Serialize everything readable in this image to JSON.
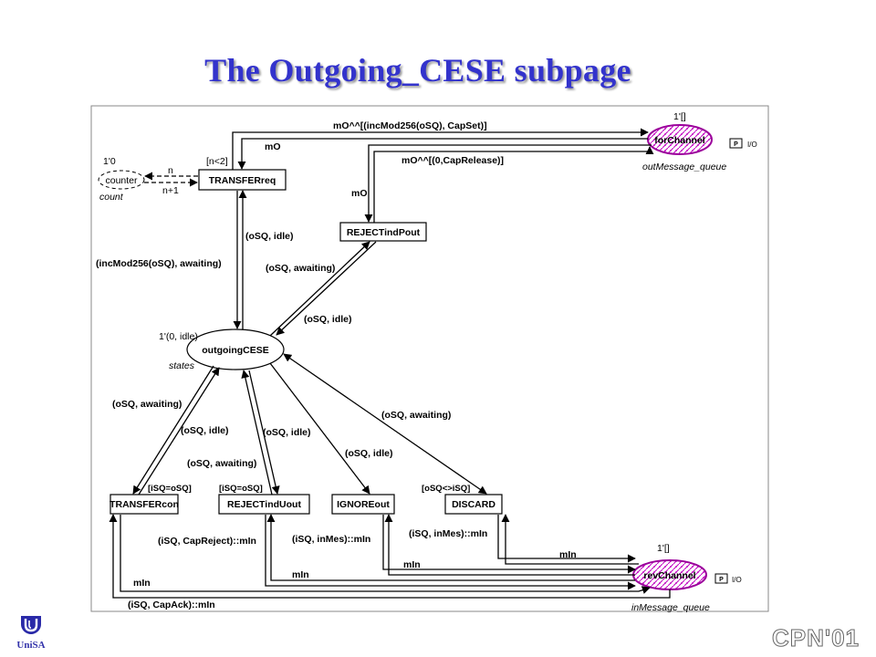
{
  "title": "The Outgoing_CESE subpage",
  "places": {
    "counter": {
      "name": "counter",
      "initial": "1'0",
      "type": "count"
    },
    "states": {
      "name": "outgoingCESE",
      "initial": "1'(0, idle)",
      "type": "states"
    },
    "for_channel": {
      "name": "forChannel",
      "initial": "1'[]",
      "type": "outMessage_queue",
      "port_tag": "P",
      "port_kind": "I/O"
    },
    "rev_channel": {
      "name": "revChannel",
      "initial": "1'[]",
      "type": "inMessage_queue",
      "port_tag": "P",
      "port_kind": "I/O"
    }
  },
  "transitions": {
    "transfer_req": {
      "name": "TRANSFERreq",
      "guard": "[n<2]"
    },
    "reject_ind_pout": {
      "name": "REJECTindPout"
    },
    "transfer_con": {
      "name": "TRANSFERcon",
      "guard": "[iSQ=oSQ]"
    },
    "reject_ind_uout": {
      "name": "REJECTindUout",
      "guard": "[iSQ=oSQ]"
    },
    "ignore_out": {
      "name": "IGNOREout"
    },
    "discard": {
      "name": "DISCARD",
      "guard": "[oSQ<>iSQ]"
    }
  },
  "arcs": {
    "req_to_for": "mO^^[(incMod256(oSQ), CapSet)]",
    "for_to_req": "mO",
    "pout_to_for": "mO^^[(0,CapRelease)]",
    "for_to_pout": "mO",
    "counter_to_req": "n",
    "req_to_counter": "n+1",
    "states_to_req": "(oSQ, idle)",
    "req_to_states": "(incMod256(oSQ), awaiting)",
    "states_to_pout": "(oSQ, awaiting)",
    "pout_to_states": "(oSQ, idle)",
    "states_to_con": "(oSQ, awaiting)",
    "con_to_states": "(oSQ, idle)",
    "uout_to_states": "(oSQ, idle)",
    "states_to_uout": "(oSQ, awaiting)",
    "states_to_ignore": "(oSQ, idle)",
    "states_to_discard": "(oSQ, awaiting)",
    "rev_to_discard": "(iSQ, inMes)::mIn",
    "discard_to_rev": "mIn",
    "rev_to_ignore": "(iSQ, inMes)::mIn",
    "ignore_to_rev": "mIn",
    "rev_to_uout": "(iSQ, CapReject)::mIn",
    "uout_to_rev": "mIn",
    "con_to_rev": "mIn",
    "rev_to_con": "(iSQ, CapAck)::mIn"
  },
  "logo": {
    "text": "UniSA"
  },
  "footer_mark": "CPN'01"
}
